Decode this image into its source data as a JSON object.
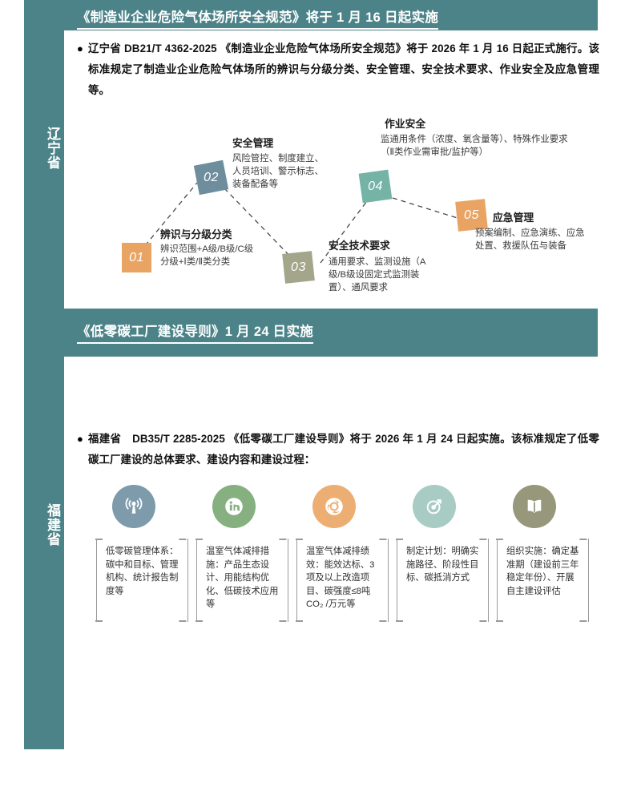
{
  "accent": {
    "teal": "#4c8388",
    "orange": "#e9a463",
    "slate": "#6e8e9e",
    "olive": "#a3a68a",
    "mint": "#74b3a6",
    "white": "#ffffff"
  },
  "sections": [
    {
      "rail_label": "辽宁省",
      "band_title": "《制造业企业危险气体场所安全规范》将于 1 月 16 日起实施",
      "bullet": "辽宁省 DB21/T 4362-2025 《制造业企业危险气体场所安全规范》将于 2026 年 1 月 16 日起正式施行。该标准规定了制造业企业危险气体场所的辨识与分级分类、安全管理、安全技术要求、作业安全及应急管理等。"
    },
    {
      "rail_label": "福建省",
      "band_title": "《低零碳工厂建设导则》1 月 24 日实施",
      "bullet": "福建省　DB35/T 2285-2025 《低零碳工厂建设导则》将于 2026 年 1 月 24 日起实施。该标准规定了低零碳工厂建设的总体要求、建设内容和建设过程："
    }
  ],
  "bullet_marker": "●",
  "diagram": {
    "type": "process-flow",
    "steps": [
      {
        "number": "01",
        "color": "#e9a463",
        "title": "辨识与分级分类",
        "desc": "辨识范围+A级/B级/C级分级+Ⅰ类/Ⅱ类分类"
      },
      {
        "number": "02",
        "color": "#6e8e9e",
        "title": "安全管理",
        "desc": "风险管控、制度建立、人员培训、警示标志、装备配备等"
      },
      {
        "number": "03",
        "color": "#a3a68a",
        "title": "安全技术要求",
        "desc": "通用要求、监测设施（A级/B级设固定式监测装置）、通风要求"
      },
      {
        "number": "04",
        "color": "#74b3a6",
        "title": "作业安全",
        "desc": "监通用条件（浓度、氧含量等）、特殊作业要求（Ⅱ类作业需审批/监护等）"
      },
      {
        "number": "05",
        "color": "#e9a463",
        "title": "应急管理",
        "desc": "预案编制、应急演练、应急处置、救援队伍与装备"
      }
    ]
  },
  "cards": [
    {
      "icon_name": "broadcast-icon",
      "icon_color": "#7d9bab",
      "text": "低零碳管理体系：碳中和目标、管理机构、统计报告制度等"
    },
    {
      "icon_name": "linkedin-icon",
      "icon_color": "#86b080",
      "text": "温室气体减排措施：产品生态设计、用能结构优化、低碳技术应用等"
    },
    {
      "icon_name": "recycle-globe-icon",
      "icon_color": "#edae74",
      "text": "温室气体减排绩效：能效达标、3项及以上改造项目、碳强度≤8吨CO₂ /万元等"
    },
    {
      "icon_name": "target-arrow-icon",
      "icon_color": "#a8ccc4",
      "text": "制定计划：明确实施路径、阶段性目标、碳抵消方式"
    },
    {
      "icon_name": "open-book-icon",
      "icon_color": "#97977c",
      "text": "组织实施：确定基准期（建设前三年稳定年份）、开展自主建设评估"
    }
  ]
}
